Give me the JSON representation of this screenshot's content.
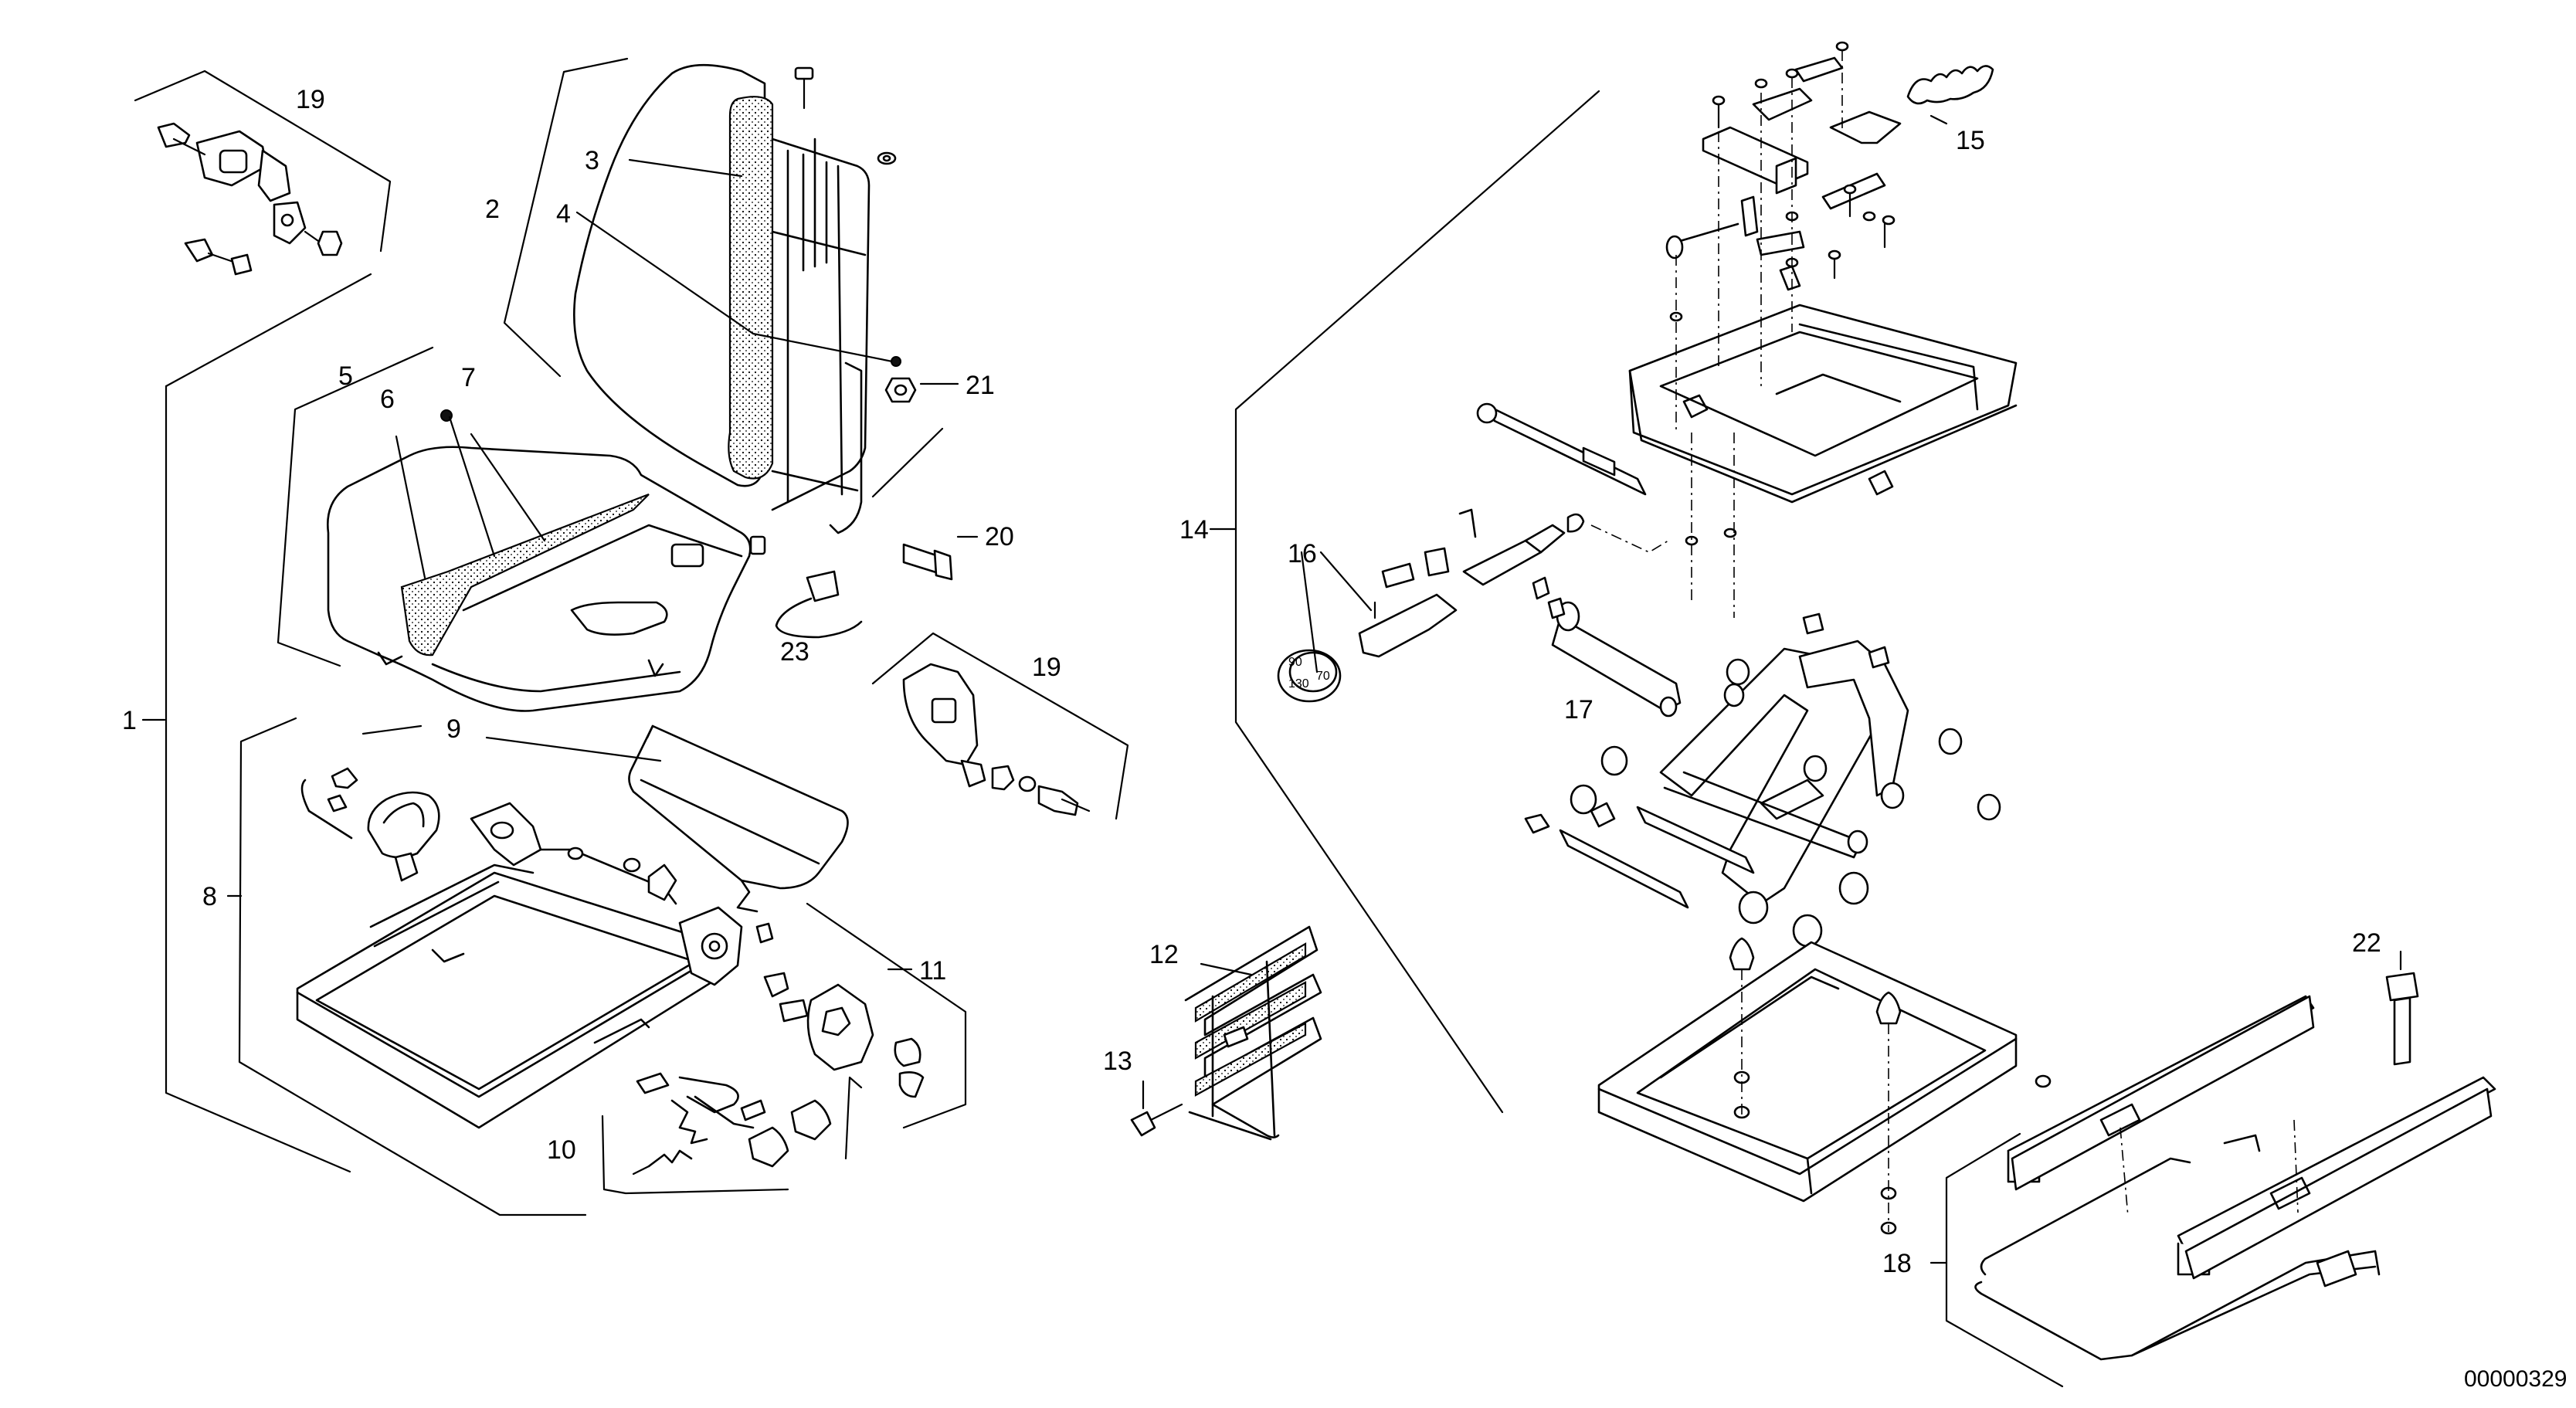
{
  "diagram": {
    "document_number": "00000329",
    "callouts": [
      {
        "id": "c1",
        "label": "1"
      },
      {
        "id": "c2",
        "label": "2"
      },
      {
        "id": "c3",
        "label": "3"
      },
      {
        "id": "c4",
        "label": "4"
      },
      {
        "id": "c5",
        "label": "5"
      },
      {
        "id": "c6",
        "label": "6"
      },
      {
        "id": "c7",
        "label": "7"
      },
      {
        "id": "c8",
        "label": "8"
      },
      {
        "id": "c9",
        "label": "9"
      },
      {
        "id": "c10",
        "label": "10"
      },
      {
        "id": "c11",
        "label": "11"
      },
      {
        "id": "c12",
        "label": "12"
      },
      {
        "id": "c13",
        "label": "13"
      },
      {
        "id": "c14",
        "label": "14"
      },
      {
        "id": "c15",
        "label": "15"
      },
      {
        "id": "c16",
        "label": "16"
      },
      {
        "id": "c17",
        "label": "17"
      },
      {
        "id": "c18",
        "label": "18"
      },
      {
        "id": "c19a",
        "label": "19"
      },
      {
        "id": "c19b",
        "label": "19"
      },
      {
        "id": "c20",
        "label": "20"
      },
      {
        "id": "c21",
        "label": "21"
      },
      {
        "id": "c22",
        "label": "22"
      },
      {
        "id": "c23",
        "label": "23"
      }
    ],
    "knob_markings": [
      "90",
      "70",
      "130"
    ]
  }
}
